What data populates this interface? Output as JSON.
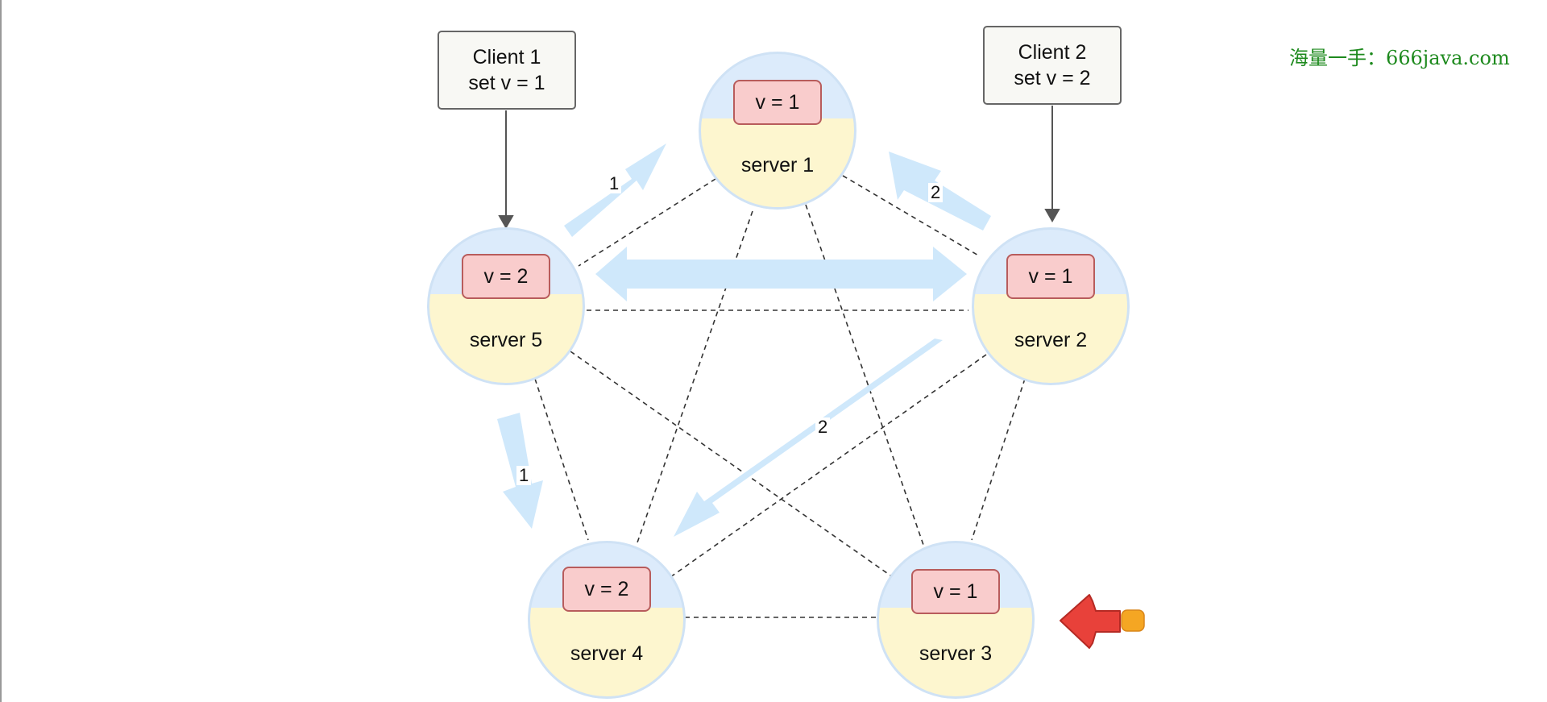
{
  "watermark": "海量一手：666java.com",
  "clients": {
    "client1": {
      "name": "Client 1",
      "command": "set v = 1"
    },
    "client2": {
      "name": "Client 2",
      "command": "set v = 2"
    }
  },
  "servers": {
    "server1": {
      "label": "server 1",
      "value": "v = 1"
    },
    "server2": {
      "label": "server 2",
      "value": "v = 1"
    },
    "server3": {
      "label": "server 3",
      "value": "v = 1"
    },
    "server4": {
      "label": "server 4",
      "value": "v = 2"
    },
    "server5": {
      "label": "server 5",
      "value": "v = 2"
    }
  },
  "propagation_labels": {
    "s5_to_s1": "1",
    "s2_to_s1": "2",
    "s2_to_s4": "2",
    "s5_to_s4": "1"
  },
  "colors": {
    "propagation_arrow": "#cfe8fb",
    "pointer_arrow": "#e8413a",
    "pointer_dot": "#f5a623"
  },
  "pointer_icon": "red-arrow-pointing-left"
}
